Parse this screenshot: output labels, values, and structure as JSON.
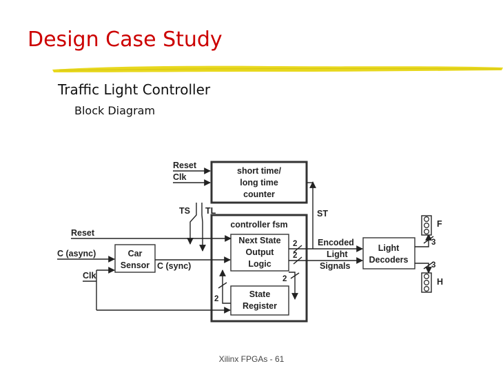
{
  "slide": {
    "title": "Design Case Study",
    "subtitle": "Traffic Light Controller",
    "subsubtitle": "Block Diagram",
    "footer": "Xilinx FPGAs - 61"
  },
  "colors": {
    "title": "#cc0000",
    "underline": "#e8d81e",
    "lines": "#222222"
  },
  "diagram": {
    "timer_inputs": [
      "Reset",
      "Clk"
    ],
    "timer_label": [
      "short time/",
      "long time",
      "counter"
    ],
    "ts_label": "TS",
    "tl_label": "TL",
    "st_label": "ST",
    "fsm_label": "controller fsm",
    "next_state_label": [
      "Next State",
      "Output",
      "Logic"
    ],
    "state_register_label": [
      "State",
      "Register"
    ],
    "car_sensor_label": [
      "Car",
      "Sensor"
    ],
    "left_inputs": [
      "Reset",
      "C (async)",
      "Clk"
    ],
    "c_sync_label": "C (sync)",
    "encoded_label": [
      "Encoded",
      "Light",
      "Signals"
    ],
    "decoders_label": [
      "Light",
      "Decoders"
    ],
    "bus_widths": {
      "encoded_top": "2",
      "encoded_mid": "2",
      "state_out": "2",
      "state_in": "2",
      "decoder_top": "3",
      "decoder_bottom": "3"
    },
    "farm_light_label": "F",
    "highway_light_label": "H"
  }
}
